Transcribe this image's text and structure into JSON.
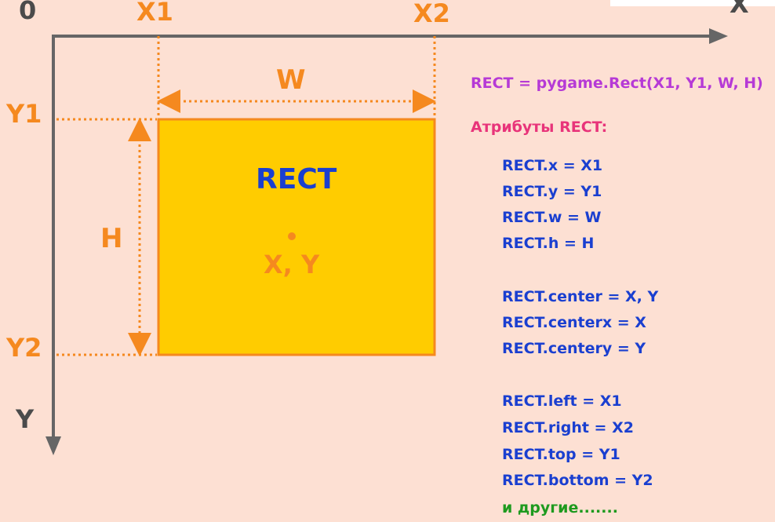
{
  "axes": {
    "origin_label": "0",
    "x_label": "X",
    "y_label": "Y"
  },
  "coords": {
    "x1": "X1",
    "x2": "X2",
    "y1": "Y1",
    "y2": "Y2"
  },
  "dimensions": {
    "width": "W",
    "height": "H"
  },
  "rect": {
    "title": "RECT",
    "center_label": "X, Y",
    "fill_color": "#ffcc00",
    "border_color": "#f5891f"
  },
  "panel": {
    "formula": "RECT = pygame.Rect(X1, Y1, W, H)",
    "attributes_heading": "Атрибуты RECT:",
    "group_basic": [
      "RECT.x = X1",
      "RECT.y = Y1",
      "RECT.w = W",
      "RECT.h = H"
    ],
    "group_center": [
      "RECT.center = X, Y",
      "RECT.centerx = X",
      "RECT.centery = Y"
    ],
    "group_edges": [
      "RECT.left = X1",
      "RECT.right = X2",
      "RECT.top = Y1",
      "RECT.bottom = Y2"
    ],
    "more": "и другие......."
  },
  "colors": {
    "axis": "#666666",
    "accent": "#f5891f",
    "background": "#fde0d3"
  }
}
